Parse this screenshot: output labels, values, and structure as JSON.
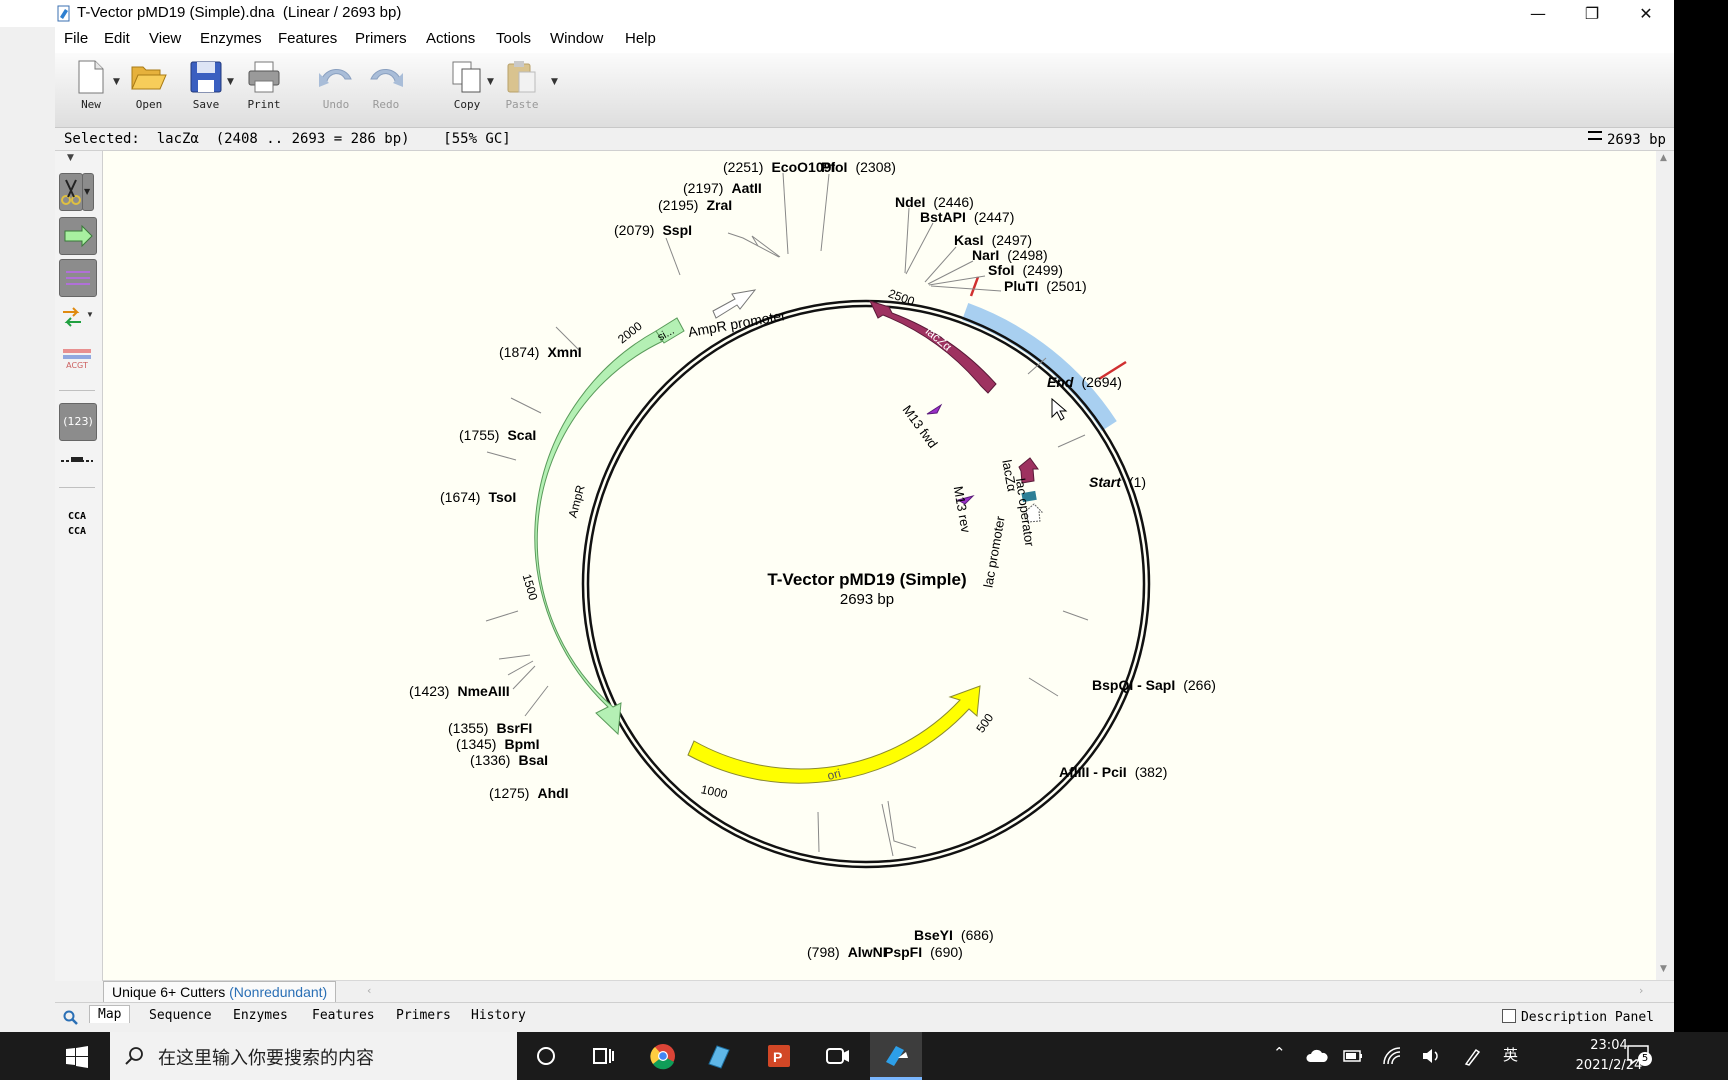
{
  "window": {
    "title": "T-Vector pMD19 (Simple).dna  (Linear / 2693 bp)",
    "controls": {
      "minimize": "—",
      "restore": "❐",
      "close": "✕"
    }
  },
  "menu": [
    "File",
    "Edit",
    "View",
    "Enzymes",
    "Features",
    "Primers",
    "Actions",
    "Tools",
    "Window",
    "Help"
  ],
  "toolbar": {
    "new": "New",
    "open": "Open",
    "save": "Save",
    "print": "Print",
    "undo": "Undo",
    "redo": "Redo",
    "copy": "Copy",
    "paste": "Paste"
  },
  "status": {
    "selected": "Selected:  lacZα  (2408 .. 2693 = 286 bp)    [55% GC]",
    "length": "2693 bp"
  },
  "lefttools": {
    "count_label": "(123)",
    "seq_top": "CCA",
    "seq_bottom": "CCA",
    "acgt": "ACGT"
  },
  "map": {
    "title": "T-Vector pMD19 (Simple)",
    "subtitle": "2693 bp",
    "ticks": [
      "500",
      "1000",
      "1500",
      "2000",
      "2500"
    ],
    "sites": [
      {
        "pos": "(2251)",
        "name": "EcoO109I"
      },
      {
        "pos": "(2308)",
        "name": "PfoI"
      },
      {
        "pos": "(2197)",
        "name": "AatII"
      },
      {
        "pos": "(2195)",
        "name": "ZraI"
      },
      {
        "pos": "(2079)",
        "name": "SspI"
      },
      {
        "pos": "(2446)",
        "name": "NdeI"
      },
      {
        "pos": "(2447)",
        "name": "BstAPI"
      },
      {
        "pos": "(2497)",
        "name": "KasI"
      },
      {
        "pos": "(2498)",
        "name": "NarI"
      },
      {
        "pos": "(2499)",
        "name": "SfoI"
      },
      {
        "pos": "(2501)",
        "name": "PluTI"
      },
      {
        "pos": "(2694)",
        "name": "End"
      },
      {
        "pos": "(1874)",
        "name": "XmnI"
      },
      {
        "pos": "(1755)",
        "name": "ScaI"
      },
      {
        "pos": "(1674)",
        "name": "TsoI"
      },
      {
        "pos": "(1)",
        "name": "Start"
      },
      {
        "pos": "(1423)",
        "name": "NmeAIII"
      },
      {
        "pos": "(266)",
        "name": "BspQI - SapI"
      },
      {
        "pos": "(1355)",
        "name": "BsrFI"
      },
      {
        "pos": "(1345)",
        "name": "BpmI"
      },
      {
        "pos": "(1336)",
        "name": "BsaI"
      },
      {
        "pos": "(382)",
        "name": "AflIII - PciI"
      },
      {
        "pos": "(1275)",
        "name": "AhdI"
      },
      {
        "pos": "(686)",
        "name": "BseYI"
      },
      {
        "pos": "(690)",
        "name": "PspFI"
      },
      {
        "pos": "(798)",
        "name": "AlwNI"
      }
    ],
    "features": {
      "ampr_promoter": "AmpR promoter",
      "signal": "si...",
      "ampr": "AmpR",
      "lacz": "lacZα",
      "m13_fwd": "M13 fwd",
      "m13_rev": "M13 rev",
      "lacz_small": "lacZα",
      "lac_operator": "lac operator",
      "lac_promoter": "lac promoter",
      "ori": "ori"
    },
    "colors": {
      "ampr": "#b4f0b4",
      "ori": "#ffff00",
      "lacz": "#9e3260",
      "selection": "#a8cff0",
      "primer": "#9a30c8",
      "operator": "#2e7f96"
    }
  },
  "bottom": {
    "set_label": "Unique 6+ Cutters",
    "set_mode": "(Nonredundant)"
  },
  "tabs": [
    "Map",
    "Sequence",
    "Enzymes",
    "Features",
    "Primers",
    "History"
  ],
  "description_panel": "Description Panel",
  "taskbar": {
    "search_placeholder": "在这里输入你要搜索的内容",
    "time": "23:04",
    "date": "2021/2/24",
    "ime": "英",
    "notifications": "5"
  }
}
